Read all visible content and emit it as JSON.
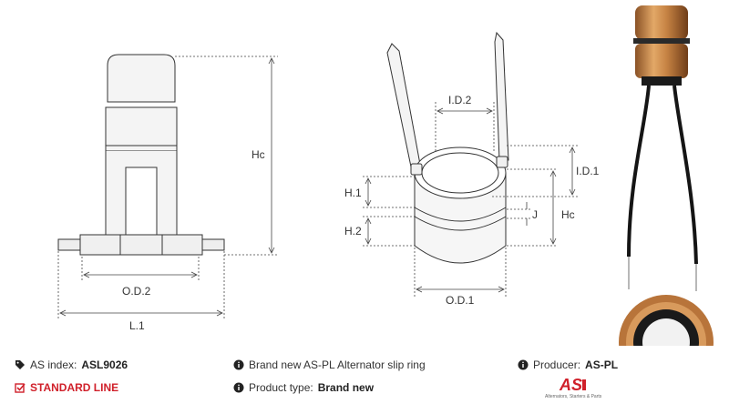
{
  "dimensions": {
    "left_drawing": {
      "hc": "Hc",
      "od2": "O.D.2",
      "l1": "L.1"
    },
    "middle_drawing": {
      "id2": "I.D.2",
      "id1": "I.D.1",
      "h1": "H.1",
      "h2": "H.2",
      "j": "J",
      "hc": "Hc",
      "od1": "O.D.1"
    }
  },
  "info": {
    "index_label": "AS index:",
    "index_value": "ASL9026",
    "description": "Brand new AS-PL Alternator slip ring",
    "producer_label": "Producer:",
    "producer_value": "AS-PL",
    "line_label": "STANDARD LINE",
    "product_type_label": "Product type:",
    "product_type_value": "Brand new"
  },
  "logo": {
    "text": "AS",
    "tagline": "Alternators, Starters & Parts"
  },
  "colors": {
    "accent": "#d0202a",
    "copper": "#c98a4b",
    "dim_line": "#444444"
  },
  "icons": [
    "tag-icon",
    "check-square-icon",
    "info-icon"
  ]
}
